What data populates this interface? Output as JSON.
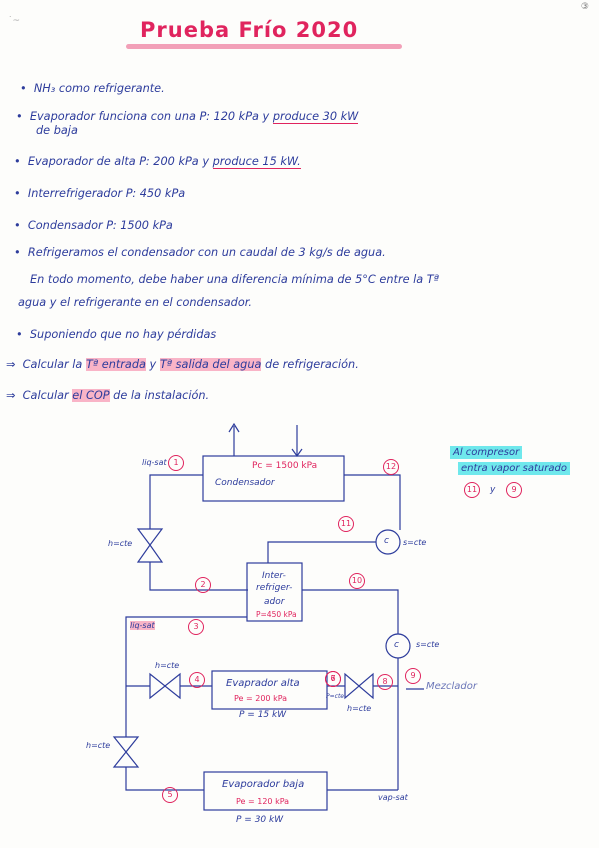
{
  "page": {
    "number": "③",
    "corner_mark": "˙~"
  },
  "title": "Prueba Frío 2020",
  "bullets": [
    {
      "marker": "•",
      "text": "NH₃ como refrigerante."
    },
    {
      "marker": "•",
      "text_a": "Evaporador funciona con una P: 120 kPa y ",
      "text_b": "produce 30 kW",
      "text_c": "de baja"
    },
    {
      "marker": "•",
      "text_a": "Evaporador de alta P: 200 kPa y ",
      "text_b": "produce 15 kW."
    },
    {
      "marker": "•",
      "text": "Interrefrigerador P: 450 kPa"
    },
    {
      "marker": "•",
      "text": "Condensador P: 1500 kPa"
    },
    {
      "marker": "•",
      "text_a": "Refrigeramos el condensador con un caudal de 3 kg/s de agua.",
      "text_b": "En todo momento, debe haber una diferencia mínima de 5°C entre la Tª",
      "text_c": "agua y el refrigerante en el condensador."
    },
    {
      "marker": "•",
      "text": "Suponiendo que no hay pérdidas"
    },
    {
      "marker": "⇒",
      "text_a": "Calcular la ",
      "text_b": "Tª entrada",
      "text_c": " y ",
      "text_d": "Tª salida del agua",
      "text_e": " de refrigeración."
    },
    {
      "marker": "⇒",
      "text_a": "Calcular ",
      "text_b": "el COP",
      "text_c": " de la instalación."
    }
  ],
  "diagram": {
    "condensador": {
      "label": "Condensador",
      "pressure": "Pc = 1500 kPa"
    },
    "interrefrigerador": {
      "label_1": "Inter-",
      "label_2": "refriger-",
      "label_3": "ador",
      "pressure": "P=450 kPa"
    },
    "evap_alta": {
      "label": "Evaprador alta",
      "pressure": "Pe = 200 kPa",
      "power": "P = 15 kW"
    },
    "evap_baja": {
      "label": "Evaporador baja",
      "pressure": "Pe = 120 kPa",
      "power": "P = 30 kW"
    },
    "compressor": "c",
    "valve_label": "h=cte",
    "sat_liq": "liq-sat",
    "sat_liq_3": "liq-sat",
    "sat_vap": "vap-sat",
    "comp_top_label": "s=cte",
    "comp_mid_label": "s=cte",
    "p_cte": "P=cte",
    "mezclador": "Mezclador",
    "states": [
      "1",
      "2",
      "3",
      "4",
      "5",
      "6",
      "7",
      "8",
      "9",
      "10",
      "11",
      "12"
    ],
    "note_line1": "Al compresor",
    "note_line2": "entra vapor saturado",
    "note_line3": "y"
  },
  "colors": {
    "ink": "#2d3c9c",
    "pink": "#e0245e",
    "highlight": "#f9b4c7",
    "teal": "#6fe8ec"
  }
}
